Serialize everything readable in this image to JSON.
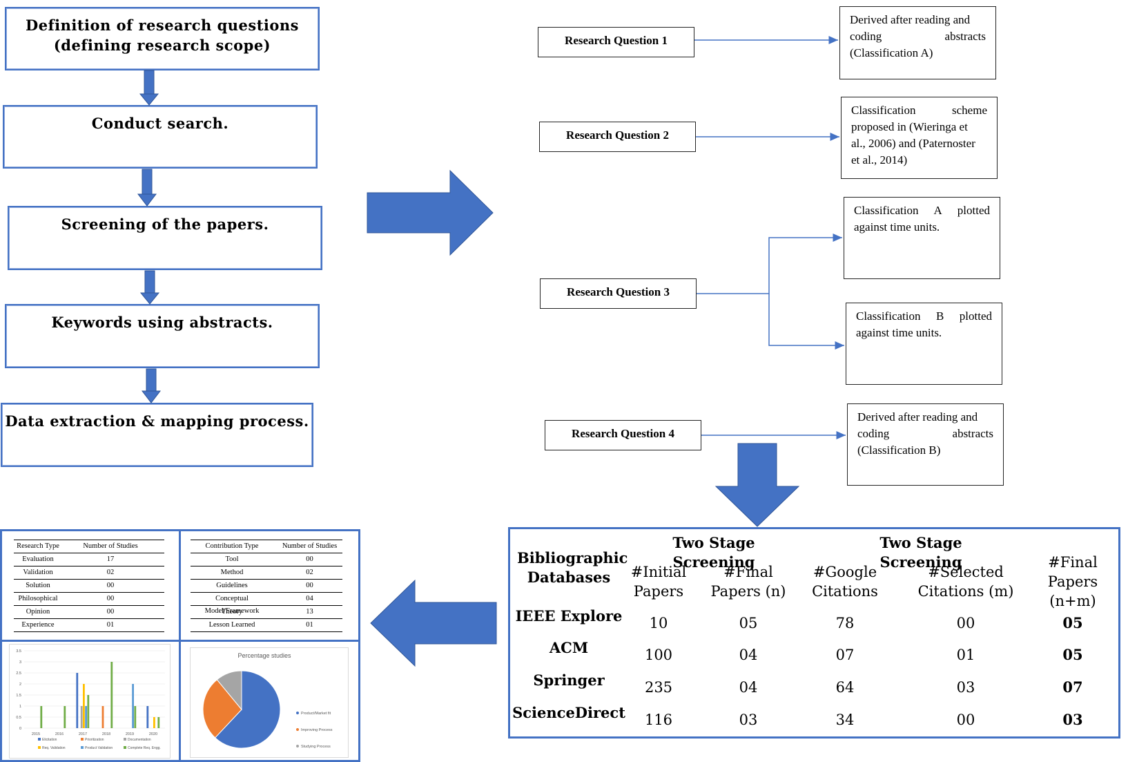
{
  "flow_steps": [
    "Definition of research questions (defining research scope)",
    "Conduct search.",
    "Screening of the papers.",
    "Keywords using abstracts.",
    "Data extraction & mapping process."
  ],
  "flow_step1_line1": "Definition of research questions",
  "flow_step1_line2": "(defining research scope)",
  "research_questions": [
    "Research Question 1",
    "Research Question 2",
    "Research Question 3",
    "Research Question 4"
  ],
  "classifications": {
    "c1": [
      "Derived after reading and",
      "coding abstracts",
      "(Classification A)"
    ],
    "c2": [
      "Classification scheme",
      "proposed in (Wieringa et",
      "al., 2006) and (Paternoster",
      "et al., 2014)"
    ],
    "c3a": [
      "Classification A plotted",
      "against time units."
    ],
    "c3b": [
      "Classification B plotted",
      "against time units."
    ],
    "c4": [
      "Derived after reading and",
      "coding abstracts",
      "(Classification B)"
    ]
  },
  "screening_table": {
    "header_db": [
      "Bibliographic",
      "Databases"
    ],
    "group1": "Two Stage Screening",
    "group2": "Two Stage Screening",
    "col_initial": [
      "#Initial",
      "Papers"
    ],
    "col_final": [
      "#Final",
      "Papers (n)"
    ],
    "col_google": [
      "#Google",
      "Citations"
    ],
    "col_selected": [
      "#Selected",
      "Citations (m)"
    ],
    "col_total": [
      "#Final",
      "Papers",
      "(n+m)"
    ],
    "rows": [
      {
        "db": "IEEE Explore",
        "initial": "10",
        "final": "05",
        "google": "78",
        "selected": "00",
        "total": "05"
      },
      {
        "db": "ACM",
        "initial": "100",
        "final": "04",
        "google": "07",
        "selected": "01",
        "total": "05"
      },
      {
        "db": "Springer",
        "initial": "235",
        "final": "04",
        "google": "64",
        "selected": "03",
        "total": "07"
      },
      {
        "db": "ScienceDirect",
        "initial": "116",
        "final": "03",
        "google": "34",
        "selected": "00",
        "total": "03"
      }
    ]
  },
  "research_type_table": {
    "headers": [
      "Research Type",
      "Number of Studies"
    ],
    "rows": [
      [
        "Evaluation",
        "17"
      ],
      [
        "Validation",
        "02"
      ],
      [
        "Solution",
        "00"
      ],
      [
        "Philosophical",
        "00"
      ],
      [
        "Opinion",
        "00"
      ],
      [
        "Experience",
        "01"
      ]
    ]
  },
  "contribution_table": {
    "headers": [
      "Contribution Type",
      "Number of Studies"
    ],
    "rows": [
      [
        "Tool",
        "00"
      ],
      [
        "Method",
        "02"
      ],
      [
        "Guidelines",
        "00"
      ],
      [
        "Conceptual Model/Framework",
        "04"
      ],
      [
        "Theory",
        "13"
      ],
      [
        "Lesson Learned",
        "01"
      ]
    ]
  },
  "chart_data": [
    {
      "type": "bar",
      "title": "",
      "categories": [
        "2015",
        "2016",
        "2017",
        "2018",
        "2019",
        "2020"
      ],
      "ylim": [
        0,
        3.5
      ],
      "yticks": [
        "0",
        "0.5",
        "1",
        "1.5",
        "2",
        "2.5",
        "3",
        "3.5"
      ],
      "series": [
        {
          "name": "Elicitation",
          "color": "#4472c4",
          "values": [
            0,
            0,
            2.5,
            0,
            0,
            1
          ]
        },
        {
          "name": "Prioritization",
          "color": "#ed7d31",
          "values": [
            0,
            0,
            0,
            1,
            0,
            0
          ]
        },
        {
          "name": "Documentation",
          "color": "#a5a5a5",
          "values": [
            0,
            0,
            1,
            0,
            0,
            0
          ]
        },
        {
          "name": "Req. Validation",
          "color": "#ffc000",
          "values": [
            0,
            0,
            2,
            0,
            0,
            0.5
          ]
        },
        {
          "name": "Product Validation",
          "color": "#5b9bd5",
          "values": [
            0,
            0,
            1,
            0,
            2,
            0
          ]
        },
        {
          "name": "Complete Req. Engg.",
          "color": "#70ad47",
          "values": [
            1,
            1,
            1.5,
            3,
            1,
            0.5
          ]
        }
      ],
      "legend_position": "bottom"
    },
    {
      "type": "pie",
      "title": "Percentage studies",
      "categories": [
        "Product/Market fit",
        "Improving Process",
        "Studying Process"
      ],
      "values": [
        62,
        27,
        11
      ],
      "colors": [
        "#4472c4",
        "#ed7d31",
        "#a5a5a5"
      ],
      "legend_position": "right"
    }
  ]
}
